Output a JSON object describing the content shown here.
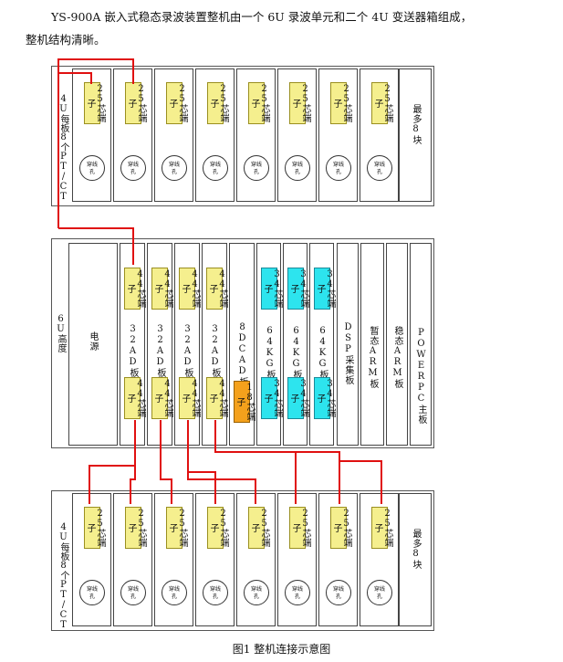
{
  "intro": {
    "line1": "YS-900A 嵌入式稳态录波装置整机由一个 6U 录波单元和二个 4U 变送器箱组成，",
    "line2": "整机结构清晰。"
  },
  "top_box": {
    "side_label": "4U每板8个PT/CT",
    "right_label": "最多8块",
    "terminal": "25芯端子",
    "hole_line1": "穿线",
    "hole_line2": "孔",
    "card_count": 8
  },
  "mid_box": {
    "side_label": "6U高度",
    "power": "电源",
    "ad_top_terminal": "44芯端子",
    "ad_bottom_terminal": "44芯端子",
    "ad_label": "32AD板",
    "dc_label": "8DCAD板",
    "dc_terminal": "18芯端子",
    "kg_top_terminal": "34芯端子",
    "kg_bottom_terminal": "34芯端子",
    "kg_label": "64KG板",
    "dsp_label": "DSP采集板",
    "arm1_label": "暂态ARM板",
    "arm2_label": "稳态ARM板",
    "rpc_label": "POWERPC主板"
  },
  "bottom_box": {
    "side_label": "4U每板8个PT/CT",
    "right_label": "最多8块",
    "terminal": "25芯端子",
    "hole_line1": "穿线",
    "hole_line2": "孔"
  },
  "colors": {
    "wire": "#e01010",
    "yellow_term": "#f5ef8e",
    "cyan_term": "#2de4ee",
    "orange_term": "#f4a11c"
  },
  "caption": "图1  整机连接示意图"
}
